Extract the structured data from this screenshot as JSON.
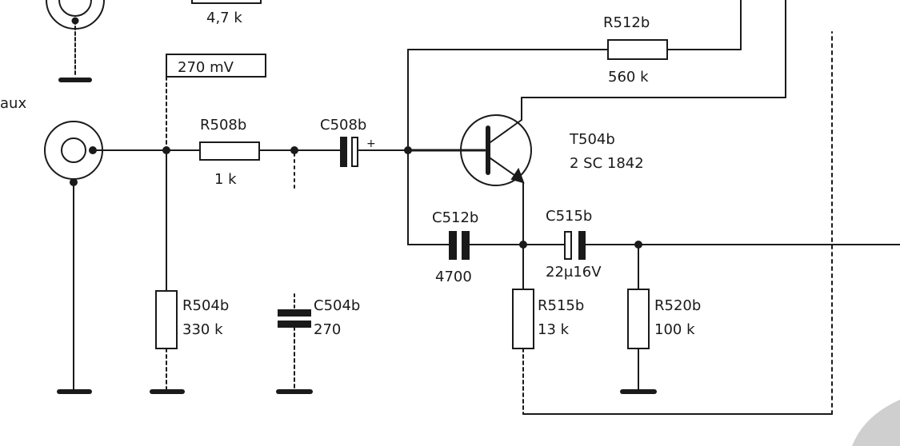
{
  "schematic": {
    "connector_label": "aux",
    "level_label": "270 mV",
    "top_resistor_value": "4,7 k",
    "components": {
      "r508": {
        "ref": "R508b",
        "value": "1 k"
      },
      "c508": {
        "ref": "C508b",
        "value": "",
        "polarity": "+"
      },
      "t504": {
        "ref": "T504b",
        "part": "2 SC 1842"
      },
      "r512": {
        "ref": "R512b",
        "value": "560 k"
      },
      "c512": {
        "ref": "C512b",
        "value": "4700"
      },
      "c515": {
        "ref": "C515b",
        "value": "22μ16V"
      },
      "r504": {
        "ref": "R504b",
        "value": "330 k"
      },
      "c504": {
        "ref": "C504b",
        "value": "270"
      },
      "r515": {
        "ref": "R515b",
        "value": "13 k"
      },
      "r520": {
        "ref": "R520b",
        "value": "100 k"
      }
    }
  },
  "colors": {
    "ink": "#1a1a1a",
    "corner_shadow": "#cfcfcf"
  }
}
